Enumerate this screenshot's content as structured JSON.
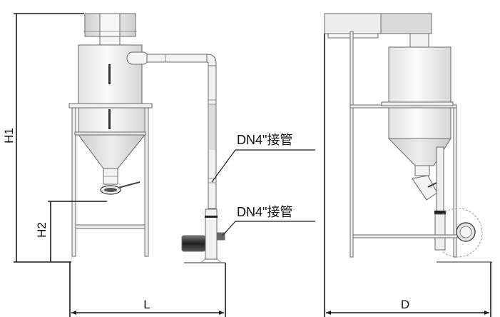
{
  "diagram": {
    "title": "Dust collector installation dimensions",
    "views": [
      "front-view",
      "side-view"
    ],
    "dimensions": {
      "h1": "H1",
      "h2": "H2",
      "l": "L",
      "d": "D"
    },
    "callouts": [
      {
        "label": "DN4\"接管"
      },
      {
        "label": "DN4\"接管"
      }
    ],
    "colors": {
      "line": "#1a1a1a",
      "body": "#f1f1f1",
      "shade": "#d4d4d4",
      "motor": "#3a3a3a"
    }
  }
}
